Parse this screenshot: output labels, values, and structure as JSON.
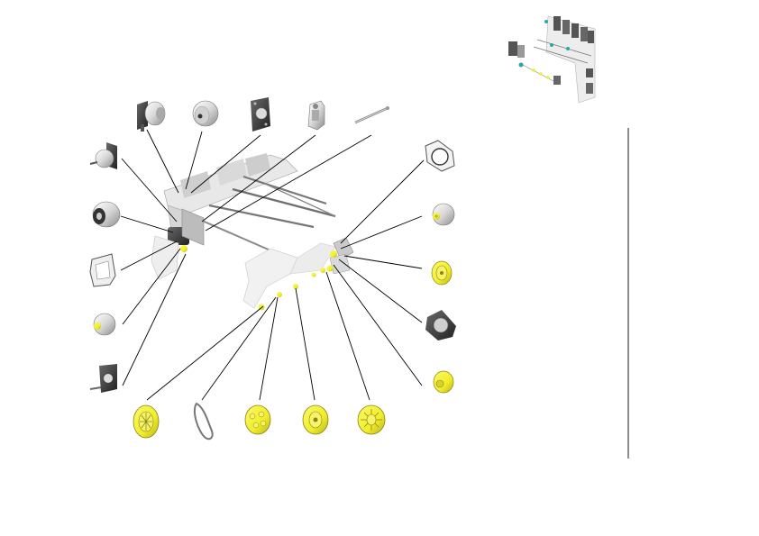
{
  "diagram": {
    "kind": "exploded-parts-view",
    "callout_count": 17,
    "colors": {
      "highlight": "#f1ee2a",
      "highlight_dark": "#b9b21a",
      "part_light": "#f2f2f2",
      "part_mid": "#bdbdbd",
      "part_dark": "#3a3a3a",
      "frame": "#e6e6e6",
      "leader": "#000000",
      "accent_teal": "#2aa6a6"
    },
    "parts": [
      {
        "id": "motor-plate-top",
        "icon": "motor-with-plate-icon"
      },
      {
        "id": "motor-round-top",
        "icon": "round-motor-icon"
      },
      {
        "id": "mount-plate-top",
        "icon": "mounting-plate-icon"
      },
      {
        "id": "sensor-assembly-top",
        "icon": "sensor-assembly-icon"
      },
      {
        "id": "spring-pin",
        "icon": "pin-icon"
      },
      {
        "id": "motor-left-1",
        "icon": "motor-with-shaft-icon"
      },
      {
        "id": "motor-left-2",
        "icon": "round-motor-icon"
      },
      {
        "id": "bracket-left",
        "icon": "bracket-icon"
      },
      {
        "id": "motor-left-small",
        "icon": "small-motor-yellow-shaft-icon"
      },
      {
        "id": "plate-left-bottom",
        "icon": "mounting-plate-icon"
      },
      {
        "id": "plate-right-1",
        "icon": "round-plate-icon"
      },
      {
        "id": "motor-right-1",
        "icon": "small-motor-icon"
      },
      {
        "id": "gear-right-1",
        "icon": "yellow-gear-icon"
      },
      {
        "id": "plate-right-2",
        "icon": "flange-plate-icon"
      },
      {
        "id": "gear-right-2",
        "icon": "yellow-pulley-icon"
      },
      {
        "id": "gear-bottom-1",
        "icon": "yellow-wheel-icon"
      },
      {
        "id": "belt-bottom",
        "icon": "belt-icon"
      },
      {
        "id": "gear-bottom-2",
        "icon": "yellow-gear-icon"
      },
      {
        "id": "gear-bottom-3",
        "icon": "yellow-wheel-icon"
      },
      {
        "id": "gear-bottom-4",
        "icon": "yellow-gear-icon"
      }
    ]
  }
}
